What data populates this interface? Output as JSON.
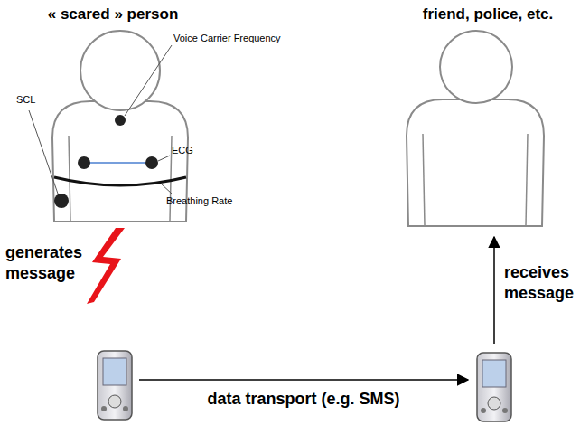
{
  "diagram": {
    "nodes": [
      {
        "text": [
          "« scared » person"
        ]
      },
      {
        "text": [
          "friend, police, etc."
        ]
      }
    ],
    "labels": [
      "Voice Carrier Frequency",
      "SCL",
      "ECG",
      "Breathing Rate",
      "generates message",
      "data transport (e.g. SMS)",
      "receives message"
    ]
  }
}
